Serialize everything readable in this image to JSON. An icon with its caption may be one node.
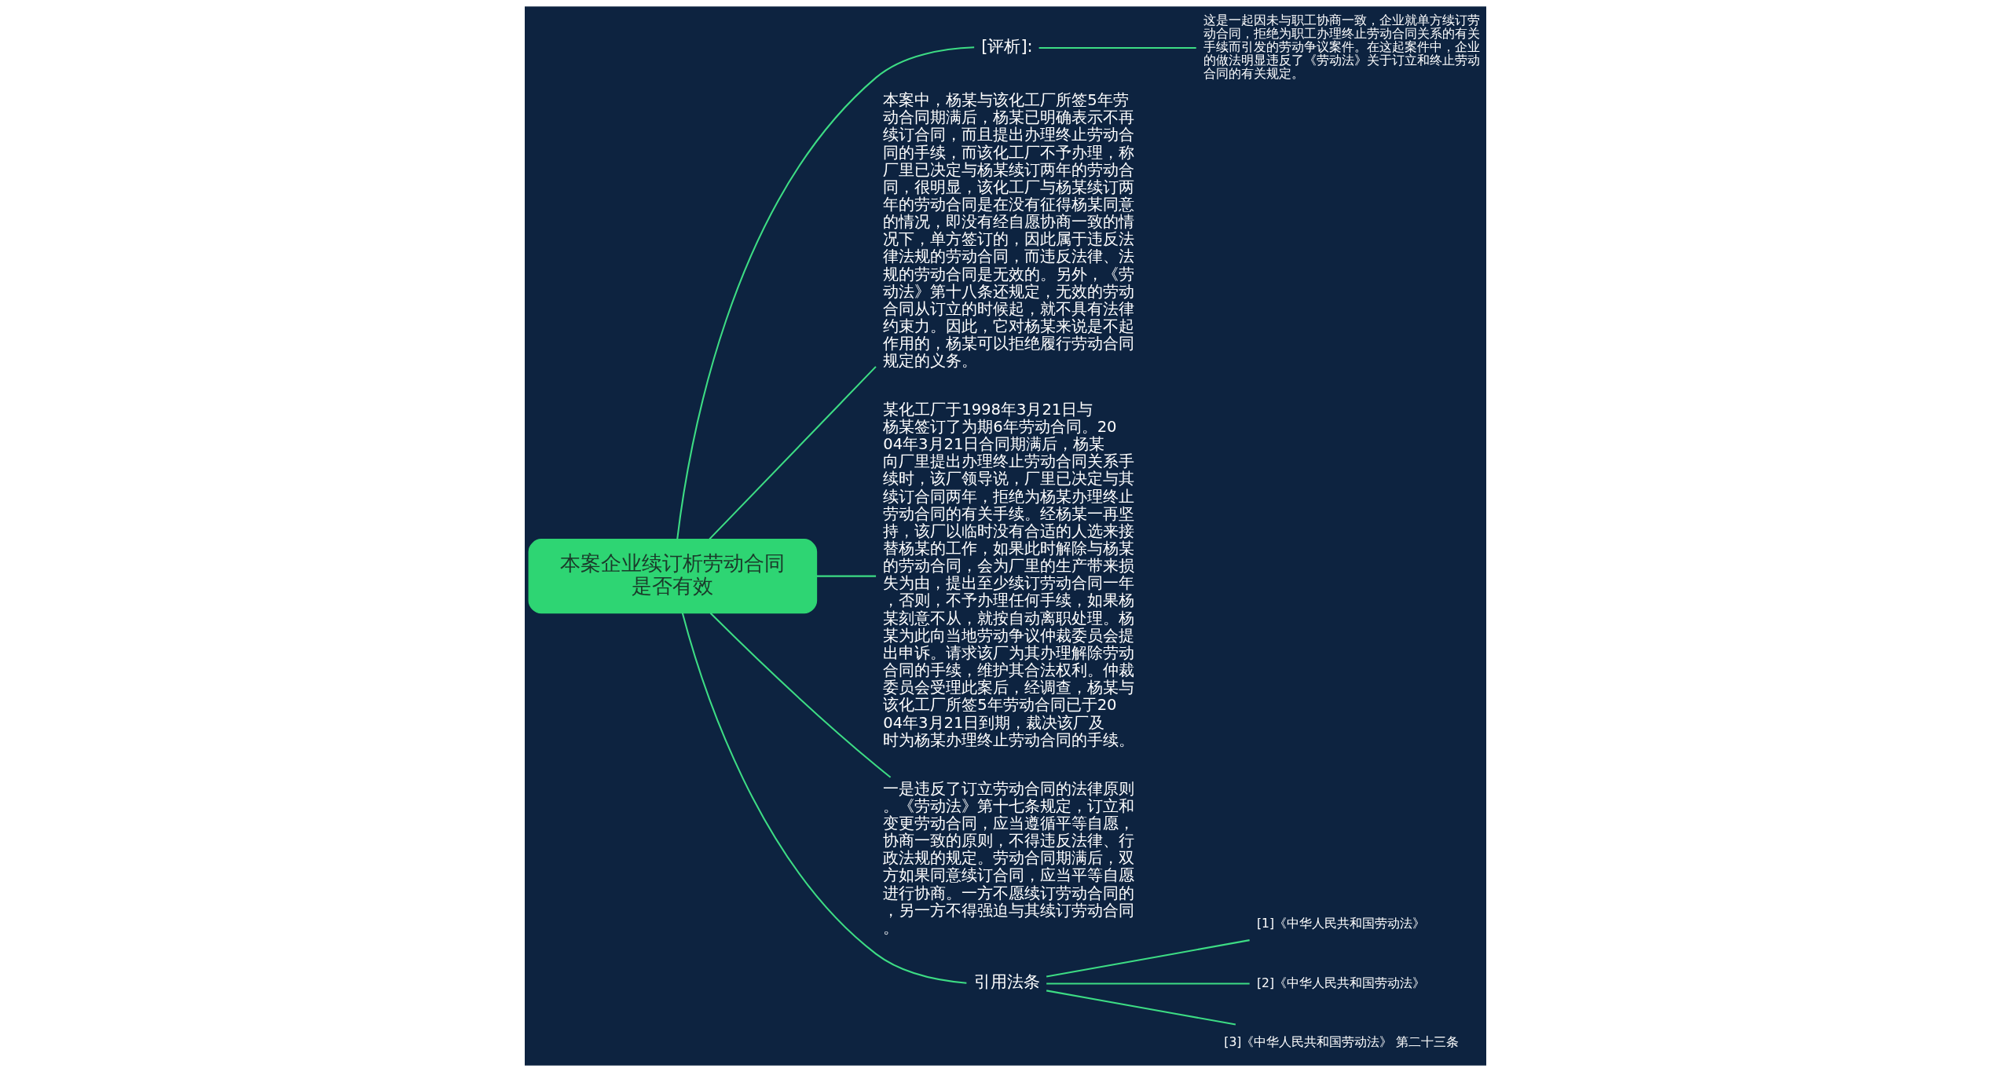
{
  "diagram": {
    "nodes": [
      {
        "text": [
          "本案企业续订析劳动合同是否有效"
        ]
      },
      {
        "text": [
          "[评析]:"
        ]
      },
      {
        "text": [
          "这是一起因未与职工协商一致，企业就单方续订劳动合同，拒绝为职工办理终止劳动合同关系的有关手续而引发的劳动争议案件。在这起案件中，企业的做法明显违反了《劳动法》关于订立和终止劳动合同的有关规定。"
        ]
      },
      {
        "text": [
          "本案中，杨某与该化工厂所签5年劳动合同期满后，杨某已明确表示不再续订合同，而且提出办理终止劳动合同的手续，而该化工厂不予办理，称厂里已决定与杨某续订两年的劳动合同，很明显，该化工厂与杨某续订两年的劳动合同是在没有征得杨某同意的情况，即没有经自愿协商一致的情况下，单方签订的，因此属于违反法律法规的劳动合同，而违反法律、法规的劳动合同是无效的。另外，《劳动法》第十八条还规定，无效的劳动合同从订立的时候起，就不具有法律约束力。因此，它对杨某来说是不起作用的，杨某可以拒绝履行劳动合同规定的义务。"
        ]
      },
      {
        "text": [
          "某化工厂于1998年3月21日与杨某签订了为期6年劳动合同。2004年3月21日合同期满后，杨某向厂里提出办理终止劳动合同关系手续时，该厂领导说，厂里已决定与其续订合同两年，拒绝为杨某办理终止劳动合同的有关手续。经杨某一再坚持，该厂以临时没有合适的人选来接替杨某的工作，如果此时解除与杨某的劳动合同，会为厂里的生产带来损失为由，提出至少续订劳动合同一年，否则，不予办理任何手续，如果杨某刻意不从，就按自动离职处理。杨某为此向当地劳动争议仲裁委员会提出申诉。请求该厂为其办理解除劳动合同的手续，维护其合法权利。仲裁委员会受理此案后，经调查，杨某与该化工厂所签5年劳动合同已于2004年3月21日到期，裁决该厂及时为杨某办理终止劳动合同的手续。"
        ]
      },
      {
        "text": [
          "一是违反了订立劳动合同的法律原则。《劳动法》第十七条规定，订立和变更劳动合同，应当遵循平等自愿，协商一致的原则，不得违反法律、行政法规的规定。劳动合同期满后，双方如果同意续订合同，应当平等自愿进行协商。一方不愿续订劳动合同的，另一方不得强迫与其续订劳动合同。"
        ]
      },
      {
        "text": [
          "引用法条"
        ]
      },
      {
        "text": [
          "[1]《中华人民共和国劳动法》"
        ]
      },
      {
        "text": [
          "[2]《中华人民共和国劳动法》"
        ]
      },
      {
        "text": [
          "[3]《中华人民共和国劳动法》 第二十三条"
        ]
      }
    ],
    "edges": [
      {
        "from": 0,
        "to": 1,
        "arrow": "none"
      },
      {
        "from": 1,
        "to": 2,
        "arrow": "none"
      },
      {
        "from": 0,
        "to": 3,
        "arrow": "none"
      },
      {
        "from": 0,
        "to": 4,
        "arrow": "none"
      },
      {
        "from": 0,
        "to": 5,
        "arrow": "none"
      },
      {
        "from": 0,
        "to": 6,
        "arrow": "none"
      },
      {
        "from": 6,
        "to": 7,
        "arrow": "none"
      },
      {
        "from": 6,
        "to": 8,
        "arrow": "none"
      },
      {
        "from": 6,
        "to": 9,
        "arrow": "none"
      }
    ]
  }
}
